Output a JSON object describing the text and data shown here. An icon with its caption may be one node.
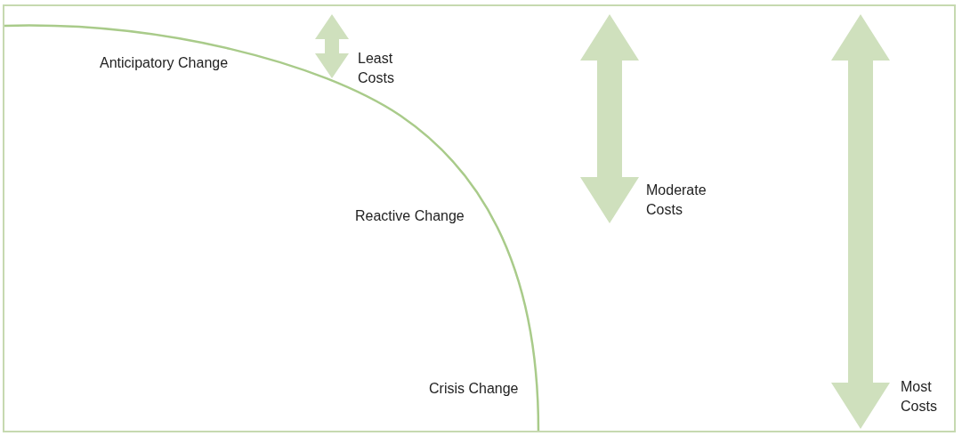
{
  "diagram": {
    "labels": [
      "Anticipatory Change",
      "Least Costs",
      "Moderate Costs",
      "Reactive Change",
      "Crisis Change",
      "Most Costs"
    ]
  }
}
